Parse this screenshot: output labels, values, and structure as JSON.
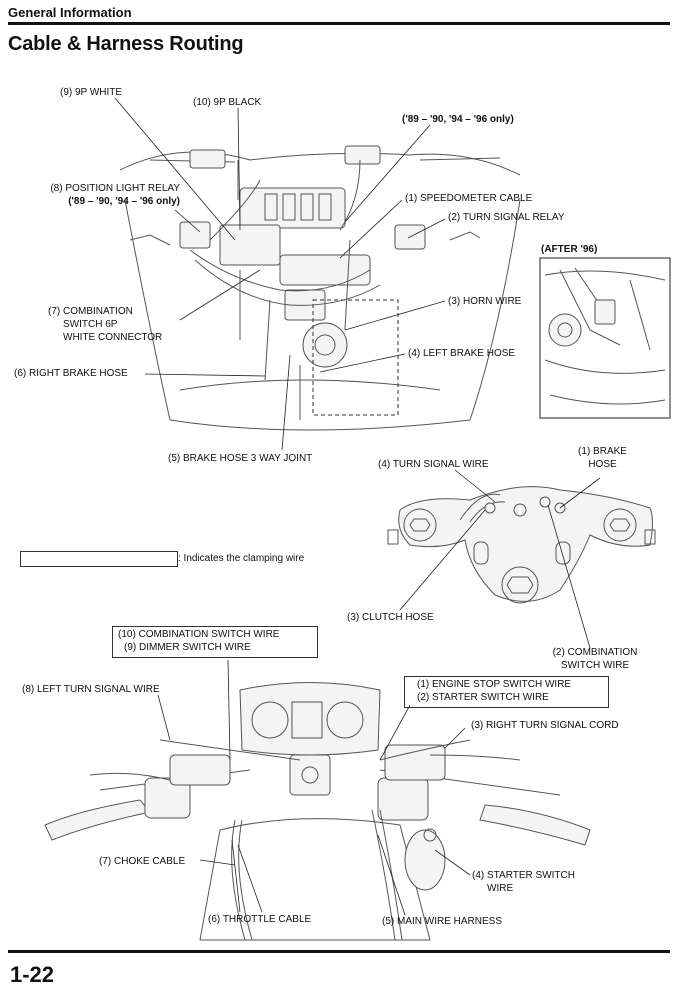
{
  "header": {
    "section": "General Information",
    "title": "Cable & Harness Routing"
  },
  "figure1": {
    "labels": {
      "l9": "(9) 9P WHITE",
      "l10": "(10) 9P BLACK",
      "yrs_top": "('89 – '90, '94 – '96 only)",
      "l8a": "(8) POSITION LIGHT RELAY",
      "l8b": "('89 – '90, '94 – '96 only)",
      "l1": "(1) SPEEDOMETER CABLE",
      "l2": "(2) TURN SIGNAL RELAY",
      "after": "(AFTER '96)",
      "l7a": "(7) COMBINATION",
      "l7b": "SWITCH 6P",
      "l7c": "WHITE CONNECTOR",
      "l3": "(3) HORN WIRE",
      "l4": "(4) LEFT BRAKE HOSE",
      "l6": "(6) RIGHT BRAKE HOSE",
      "l5": "(5) BRAKE HOSE 3 WAY JOINT"
    }
  },
  "figure2": {
    "labels": {
      "l4": "(4) TURN SIGNAL WIRE",
      "l1a": "(1) BRAKE",
      "l1b": "HOSE",
      "l3": "(3) CLUTCH HOSE",
      "l2a": "(2) COMBINATION",
      "l2b": "SWITCH WIRE"
    }
  },
  "legend": {
    "text": ": Indicates the clamping wire"
  },
  "figure3": {
    "labels": {
      "l10": "(10) COMBINATION SWITCH WIRE",
      "l9": "(9) DIMMER SWITCH WIRE",
      "l8": "(8) LEFT TURN SIGNAL WIRE",
      "l1": "(1) ENGINE STOP SWITCH WIRE",
      "l2": "(2) STARTER SWITCH WIRE",
      "l3": "(3) RIGHT TURN SIGNAL CORD",
      "l7": "(7) CHOKE CABLE",
      "l4a": "(4) STARTER SWITCH",
      "l4b": "WIRE",
      "l6": "(6) THROTTLE CABLE",
      "l5": "(5) MAIN WIRE HARNESS"
    }
  },
  "footer": {
    "page_number": "1-22"
  }
}
